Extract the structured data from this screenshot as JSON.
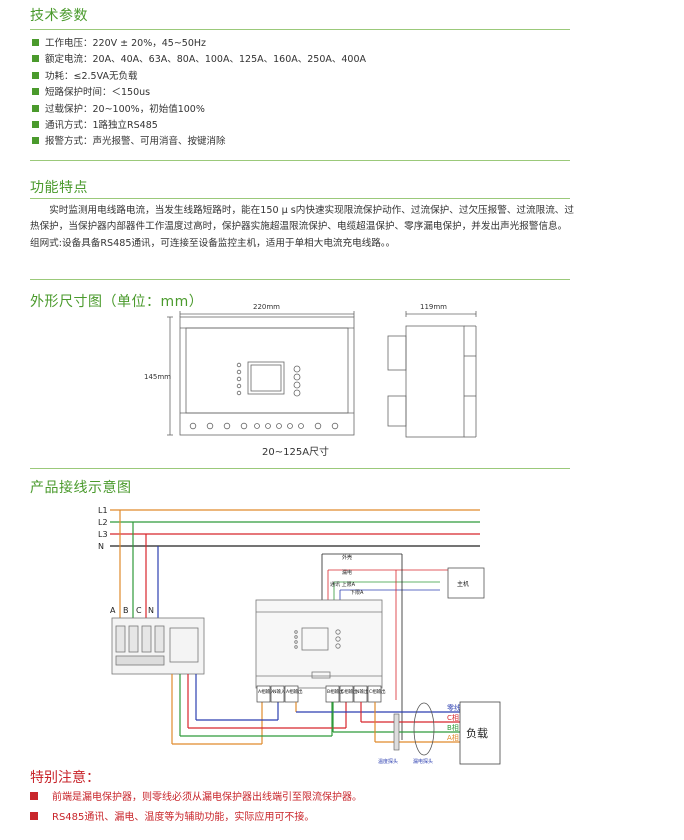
{
  "sections": {
    "tech_title": "技术参数",
    "feature_title": "功能特点",
    "dims_title": "外形尺寸图（单位：mm）",
    "wiring_title": "产品接线示意图",
    "notes_title": "特别注意："
  },
  "specs": [
    "工作电压：220V ± 20%，45~50Hz",
    "额定电流：20A、40A、63A、80A、100A、125A、160A、250A、400A",
    "功耗：≤2.5VA无负载",
    "短路保护时间：＜150us",
    "过载保护：20~100%，初始值100%",
    "通讯方式：1路独立RS485",
    "报警方式：声光报警、可用消音、按键消除"
  ],
  "feature_text": "实时监测用电线路电流，当发生线路短路时，能在150 μ s内快速实现限流保护动作、过流保护、过欠压报警、过流限流、过热保护，当保护器内部器件工作温度过高时，保护器实施超温限流保护、电缆超温保护、零序漏电保护，并发出声光报警信息。组网式:设备具备RS485通讯，可连接至设备监控主机，适用于单相大电流充电线路。。",
  "dims": {
    "width": "220mm",
    "depth": "119mm",
    "height": "145mm",
    "caption": "20~125A尺寸"
  },
  "wiring": {
    "lines": [
      "L1",
      "L2",
      "L3",
      "N"
    ],
    "breaker_labels": [
      "A",
      "B",
      "C",
      "N"
    ],
    "signal_labels": [
      "外壳",
      "漏电",
      "通讯 上限A",
      "下限A"
    ],
    "host_label": "主机",
    "terminals": [
      "A相输入",
      "N输入",
      "A相输出",
      "B相输出",
      "C相输出",
      "N输出",
      "C相输出"
    ],
    "phase_labels": [
      "零线",
      "C相",
      "B相",
      "A相"
    ],
    "load_label": "负载",
    "temp_probe": "温度探头",
    "leak_probe": "漏电探头"
  },
  "notes": [
    "前端是漏电保护器，则零线必须从漏电保护器出线端引至限流保护器。",
    "RS485通讯、漏电、温度等为辅助功能，实际应用可不接。"
  ],
  "colors": {
    "accent_green": "#4a9a2c",
    "rule_green": "#9bc97a",
    "alert_red": "#c8252b",
    "wire_a": "#e08a2c",
    "wire_b": "#2f9a3a",
    "wire_c": "#d8262c",
    "wire_n": "#2c3fb0",
    "line_black": "#222222"
  }
}
